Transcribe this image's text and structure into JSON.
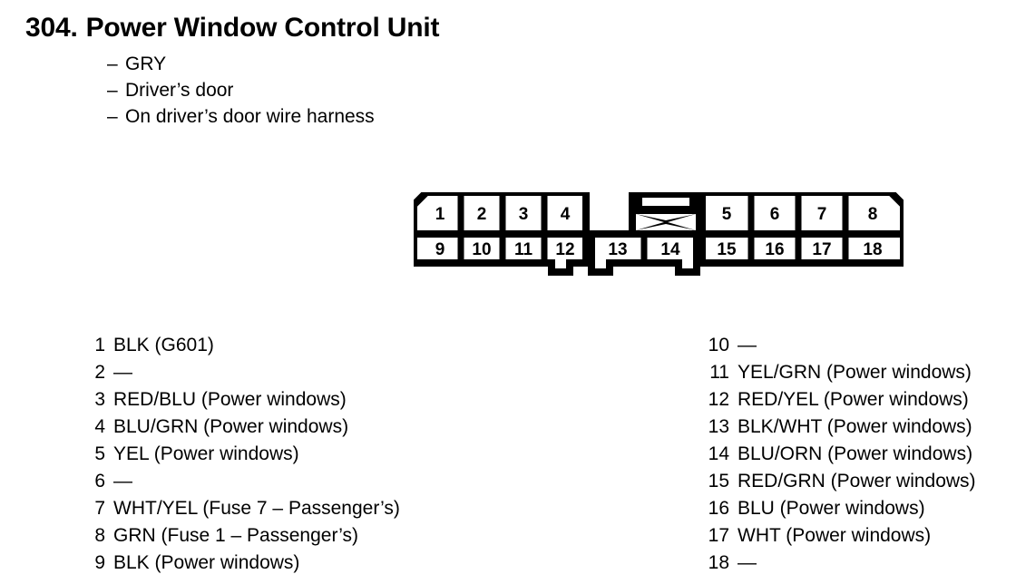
{
  "header": {
    "number": "304.",
    "title": "Power Window Control Unit",
    "bullets": [
      {
        "dash": "–",
        "text": "GRY"
      },
      {
        "dash": "–",
        "text": "Driver’s door"
      },
      {
        "dash": "–",
        "text": "On driver’s door wire harness"
      }
    ]
  },
  "connector": {
    "name": "18-pin connector",
    "latch_label": "latch-symbol",
    "top_row": [
      "1",
      "2",
      "3",
      "4"
    ],
    "top_row_right": [
      "5",
      "6",
      "7",
      "8"
    ],
    "bottom_row": [
      "9",
      "10",
      "11",
      "12",
      "13",
      "14",
      "15",
      "16",
      "17",
      "18"
    ],
    "outline_color": "#000000",
    "fill_color": "#ffffff"
  },
  "pins": {
    "left": [
      {
        "no": "1",
        "desc": "BLK (G601)"
      },
      {
        "no": "2",
        "desc": "—"
      },
      {
        "no": "3",
        "desc": "RED/BLU (Power windows)"
      },
      {
        "no": "4",
        "desc": "BLU/GRN (Power windows)"
      },
      {
        "no": "5",
        "desc": "YEL (Power windows)"
      },
      {
        "no": "6",
        "desc": "—"
      },
      {
        "no": "7",
        "desc": "WHT/YEL (Fuse 7 – Passenger’s)"
      },
      {
        "no": "8",
        "desc": "GRN (Fuse 1 – Passenger’s)"
      },
      {
        "no": "9",
        "desc": "BLK (Power windows)"
      }
    ],
    "right": [
      {
        "no": "10",
        "desc": "—"
      },
      {
        "no": "11",
        "desc": "YEL/GRN (Power windows)"
      },
      {
        "no": "12",
        "desc": "RED/YEL (Power windows)"
      },
      {
        "no": "13",
        "desc": "BLK/WHT (Power windows)"
      },
      {
        "no": "14",
        "desc": "BLU/ORN (Power windows)"
      },
      {
        "no": "15",
        "desc": "RED/GRN (Power windows)"
      },
      {
        "no": "16",
        "desc": "BLU (Power windows)"
      },
      {
        "no": "17",
        "desc": "WHT (Power windows)"
      },
      {
        "no": "18",
        "desc": "—"
      }
    ]
  }
}
